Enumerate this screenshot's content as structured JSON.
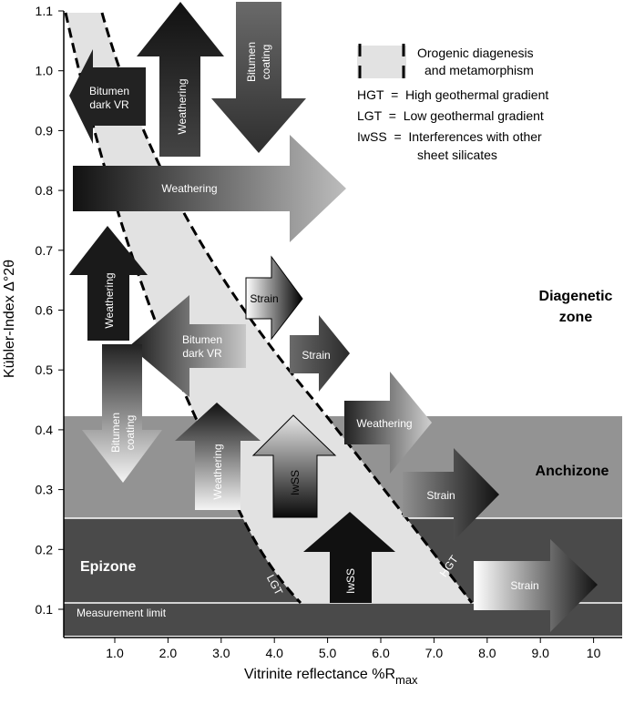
{
  "axes": {
    "x_label": "Vitrinite reflectance %R",
    "x_label_sub": "max",
    "y_label": "Kübler-Index Δ°2θ",
    "x_ticks": [
      "1.0",
      "2.0",
      "3.0",
      "4.0",
      "5.0",
      "6.0",
      "7.0",
      "8.0",
      "9.0",
      "10"
    ],
    "y_ticks": [
      "0.1",
      "0.2",
      "0.3",
      "0.4",
      "0.5",
      "0.6",
      "0.7",
      "0.8",
      "0.9",
      "1.0",
      "1.1"
    ]
  },
  "zones": {
    "diagenetic_line1": "Diagenetic",
    "diagenetic_line2": "zone",
    "anchizone": "Anchizone",
    "epizone": "Epizone",
    "measurement_limit": "Measurement limit"
  },
  "legend": {
    "band_line1": "Orogenic diagenesis",
    "band_line2": "and metamorphism",
    "hgt": "HGT  =  High geothermal gradient",
    "lgt": "LGT  =  Low geothermal gradient",
    "iwss_line1": "IwSS  =  Interferences with other",
    "iwss_line2": "sheet silicates"
  },
  "curves": {
    "lgt": "LGT",
    "hgt": "HGT"
  },
  "arrows": {
    "weathering_top": "Weathering",
    "bitumen_coating_top_1": "Bitumen",
    "bitumen_coating_top_2": "coating",
    "bitumen_dark_top_1": "Bitumen",
    "bitumen_dark_top_2": "dark VR",
    "weathering_wide": "Weathering",
    "weathering_left_up": "Weathering",
    "strain_1": "Strain",
    "strain_2": "Strain",
    "bitumen_dark_mid_1": "Bitumen",
    "bitumen_dark_mid_2": "dark VR",
    "weathering_right": "Weathering",
    "bitumen_coating_low_1": "Bitumen",
    "bitumen_coating_low_2": "coating",
    "weathering_low": "Weathering",
    "iwss_up": "IwSS",
    "strain_3": "Strain",
    "iwss_bottom": "IwSS",
    "strain_4": "Strain"
  },
  "colors": {
    "epizone": "#4a4a4a",
    "anchizone": "#939393",
    "band": "#e2e2e2"
  }
}
